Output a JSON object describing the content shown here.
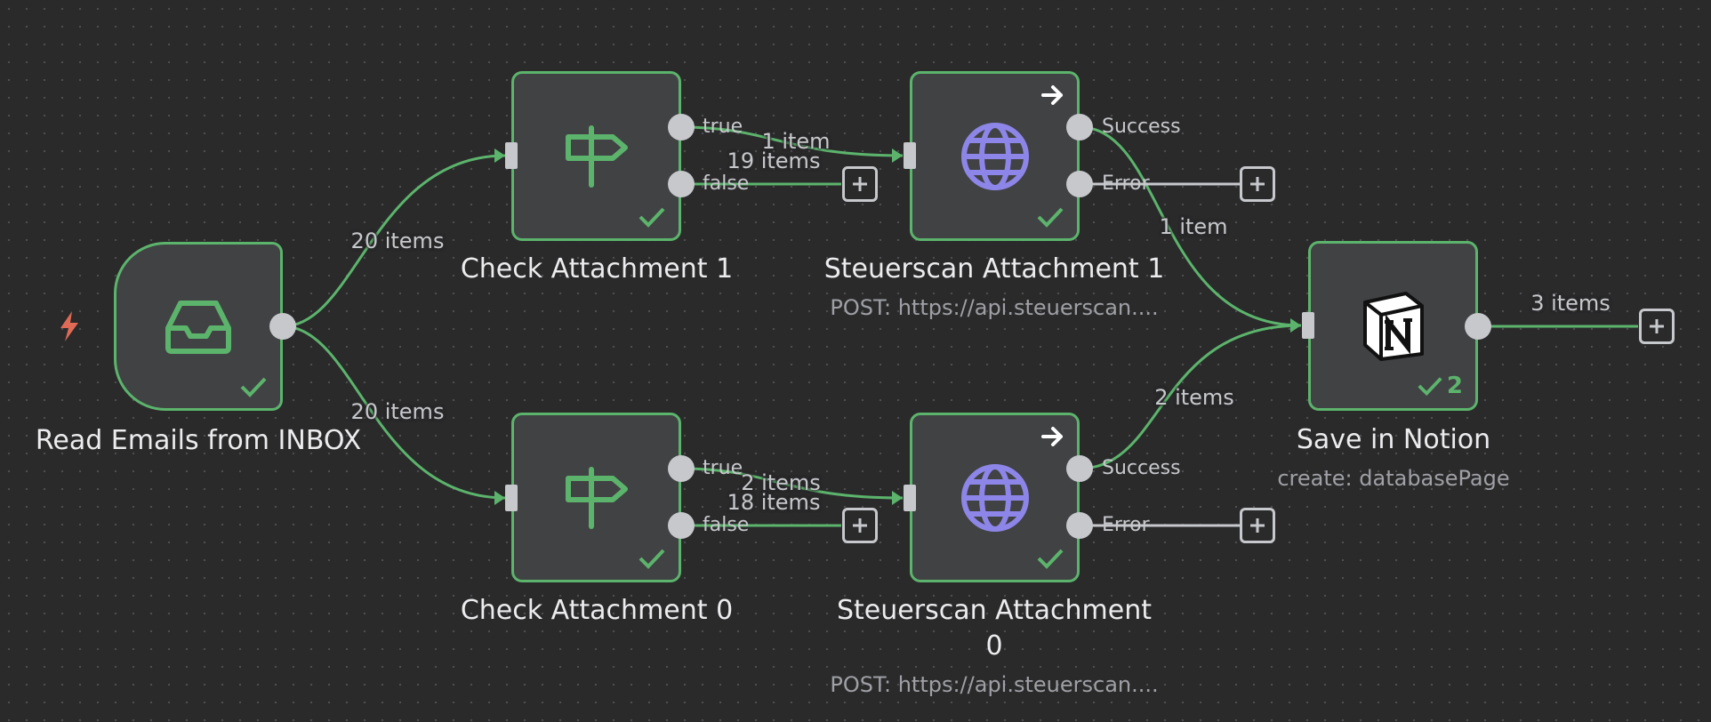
{
  "colors": {
    "success": "#5cb46c",
    "node_bg": "#414244",
    "handle": "#c7c8cc",
    "http_icon": "#8d86e8",
    "trigger_bolt": "#e06a55",
    "canvas_bg": "#2a2a2b"
  },
  "nodes": {
    "read_emails": {
      "title": "Read Emails from INBOX",
      "icon": "inbox-icon"
    },
    "check_1": {
      "title": "Check Attachment 1",
      "icon": "signpost-icon",
      "ports": {
        "true": "true",
        "false": "false"
      }
    },
    "check_0": {
      "title": "Check Attachment 0",
      "icon": "signpost-icon",
      "ports": {
        "true": "true",
        "false": "false"
      }
    },
    "steuerscan_1": {
      "title": "Steuerscan Attachment 1",
      "subtitle": "POST: https://api.steuerscan....",
      "icon": "globe-icon",
      "ports": {
        "success": "Success",
        "error": "Error"
      }
    },
    "steuerscan_0": {
      "title": "Steuerscan Attachment 0",
      "subtitle": "POST: https://api.steuerscan....",
      "icon": "globe-icon",
      "ports": {
        "success": "Success",
        "error": "Error"
      }
    },
    "notion": {
      "title": "Save in Notion",
      "subtitle": "create: databasePage",
      "icon": "notion-icon",
      "run_count": "2"
    }
  },
  "edge_labels": {
    "emails_to_check1": "20 items",
    "emails_to_check0": "20 items",
    "check1_true": "1 item",
    "check1_false": "19 items",
    "check0_true": "2 items",
    "check0_false": "18 items",
    "scan1_success": "1 item",
    "scan0_success": "2 items",
    "notion_out": "3 items"
  }
}
